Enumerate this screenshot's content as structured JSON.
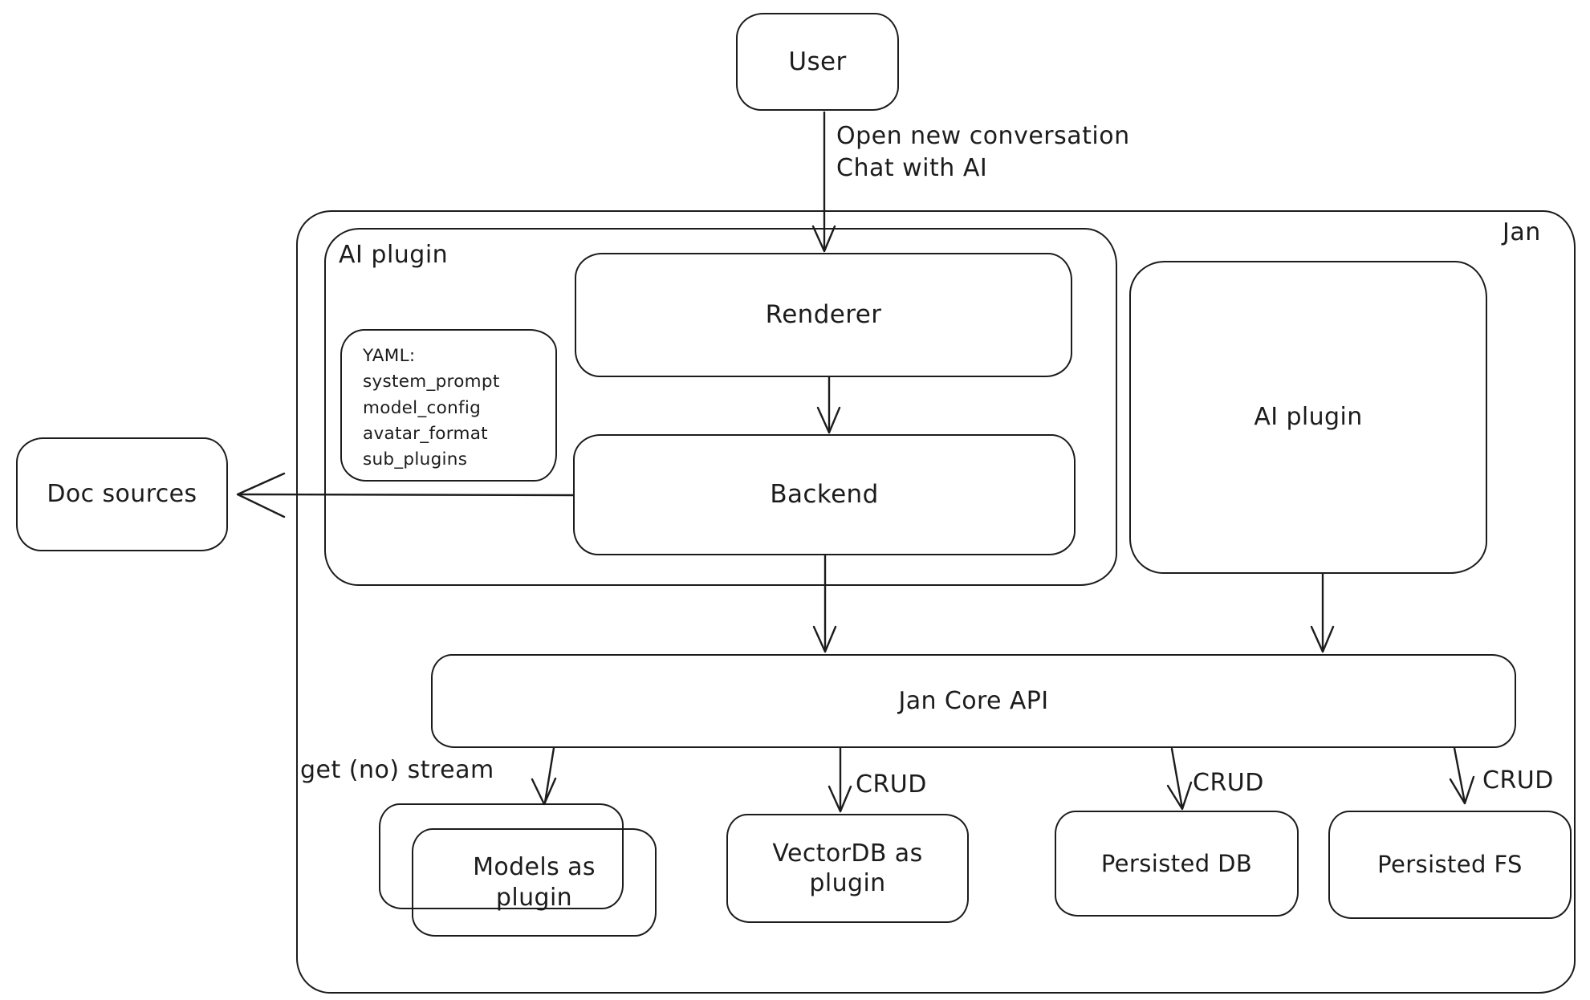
{
  "diagram": {
    "colors": {
      "stroke": "#1c1c1c",
      "background": "#ffffff"
    },
    "nodes": {
      "user": {
        "label": "User"
      },
      "jan_container": {
        "label": "Jan"
      },
      "ai_plugin_container": {
        "label": "AI plugin"
      },
      "renderer": {
        "label": "Renderer"
      },
      "backend": {
        "label": "Backend"
      },
      "yaml_note": {
        "lines": [
          "YAML:",
          "system_prompt",
          "model_config",
          "avatar_format",
          "sub_plugins"
        ]
      },
      "doc_sources": {
        "label": "Doc sources"
      },
      "ai_plugin_box": {
        "label": "AI plugin"
      },
      "jan_core_api": {
        "label": "Jan Core API"
      },
      "models_as_plugin": {
        "label": "Models as plugin"
      },
      "vectordb_as_plugin": {
        "label": "VectorDB as plugin"
      },
      "persisted_db": {
        "label": "Persisted DB"
      },
      "persisted_fs": {
        "label": "Persisted FS"
      }
    },
    "edges": {
      "user_to_renderer": {
        "label": "Open new conversation\nChat with AI"
      },
      "api_to_models": {
        "label": "get (no) stream"
      },
      "api_to_vectordb": {
        "label": "CRUD"
      },
      "api_to_persisted_db": {
        "label": "CRUD"
      },
      "api_to_persisted_fs": {
        "label": "CRUD"
      }
    }
  }
}
